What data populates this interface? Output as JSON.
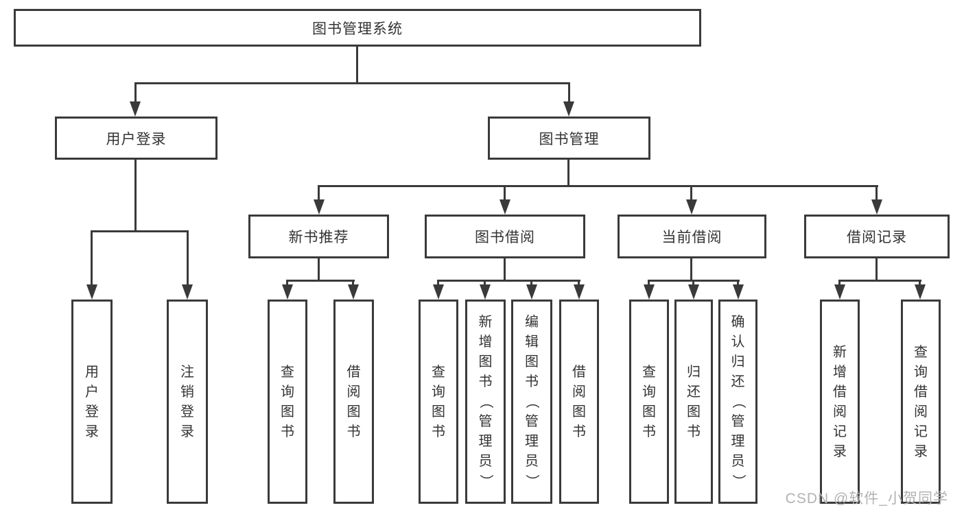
{
  "nodes": {
    "root": {
      "label": "图书管理系统"
    },
    "user_login": {
      "label": "用户登录"
    },
    "book_mgmt": {
      "label": "图书管理"
    },
    "new_book_rec": {
      "label": "新书推荐"
    },
    "book_borrow": {
      "label": "图书借阅"
    },
    "current_borrow": {
      "label": "当前借阅"
    },
    "borrow_records": {
      "label": "借阅记录"
    },
    "leaf_user_login": {
      "label": "用户登录"
    },
    "leaf_logout": {
      "label": "注销登录"
    },
    "leaf_query_book_rec": {
      "label": "查询图书"
    },
    "leaf_borrow_book_rec": {
      "label": "借阅图书"
    },
    "leaf_query_book_borrow": {
      "label": "查询图书"
    },
    "leaf_add_book_admin": {
      "label": "新增图书（管理员）"
    },
    "leaf_edit_book_admin": {
      "label": "编辑图书（管理员）"
    },
    "leaf_borrow_book_borrow": {
      "label": "借阅图书"
    },
    "leaf_query_book_current": {
      "label": "查询图书"
    },
    "leaf_return_book": {
      "label": "归还图书"
    },
    "leaf_confirm_return_admin": {
      "label": "确认归还（管理员）"
    },
    "leaf_add_borrow_record": {
      "label": "新增借阅记录"
    },
    "leaf_query_borrow_record": {
      "label": "查询借阅记录"
    }
  },
  "watermark": {
    "text": "CSDN @软件_小贺同学"
  },
  "colors": {
    "line": "#3a3a3a",
    "box_background": "#ffffff",
    "text": "#333333",
    "watermark": "#b2b2b2"
  }
}
